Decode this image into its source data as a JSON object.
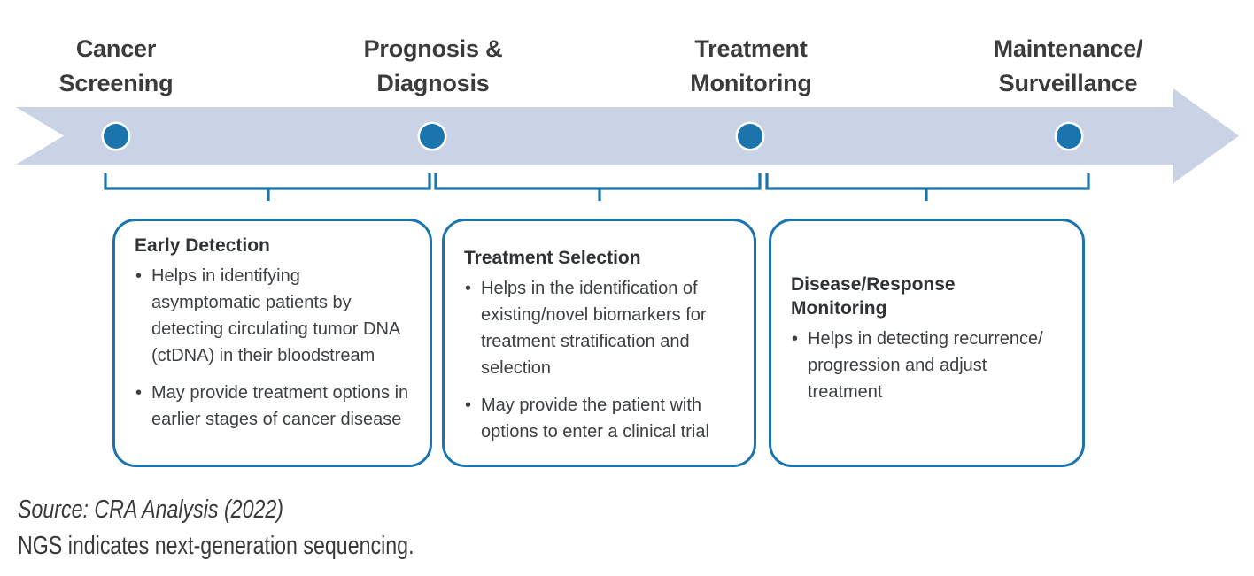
{
  "diagram": {
    "title_implied": "Liquid biopsy / NGS applications across the cancer care continuum",
    "colors": {
      "band_fill": "#c9d3e5",
      "marker_blue": "#1b74ab",
      "bracket_blue": "#1b74ab",
      "box_border": "#1b74ab",
      "label_text": "#3b3b3b",
      "body_text": "#3c4043"
    },
    "timeline": {
      "icon": "right-arrow-band",
      "stages": [
        {
          "label": "Cancer\nScreening",
          "marker": "stage-dot"
        },
        {
          "label": "Prognosis &\nDiagnosis",
          "marker": "stage-dot"
        },
        {
          "label": "Treatment\nMonitoring",
          "marker": "stage-dot"
        },
        {
          "label": "Maintenance/\nSurveillance",
          "marker": "stage-dot"
        }
      ]
    },
    "brackets": [
      {
        "name": "bracket-early-detection"
      },
      {
        "name": "bracket-treatment-selection"
      },
      {
        "name": "bracket-disease-response-monitoring"
      }
    ],
    "boxes": [
      {
        "title": "Early Detection",
        "bullets": [
          "Helps in identifying asymptomatic patients by detecting circulating tumor DNA (ctDNA) in their bloodstream",
          "May provide treatment options in earlier stages of cancer disease"
        ]
      },
      {
        "title": "Treatment Selection",
        "bullets": [
          "Helps in the identification of existing/novel biomarkers for treatment stratification and selection",
          "May provide the patient with options to enter a clinical trial"
        ]
      },
      {
        "title": "Disease/Response\nMonitoring",
        "bullets": [
          "Helps in detecting recurrence/ progression and adjust treatment"
        ]
      }
    ],
    "bullet_glyph": "•",
    "footer": {
      "source": "Source: CRA Analysis (2022)",
      "abbreviation_note": "NGS indicates next-generation sequencing."
    }
  }
}
